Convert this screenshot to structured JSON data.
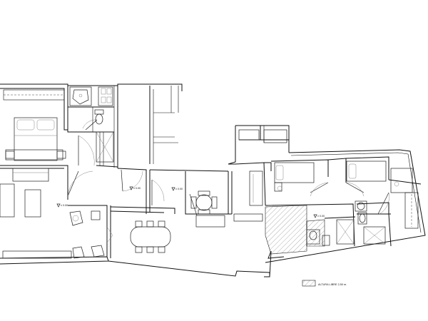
{
  "plan": {
    "level_marks": [
      "± 0.00",
      "± 0.00",
      "± 0.00",
      "± 0.00"
    ],
    "legend": {
      "label": "ALTURA LIBRE 2,50 m."
    },
    "colors": {
      "lines": "#111111",
      "hatch": "#777777",
      "background": "#ffffff"
    }
  }
}
